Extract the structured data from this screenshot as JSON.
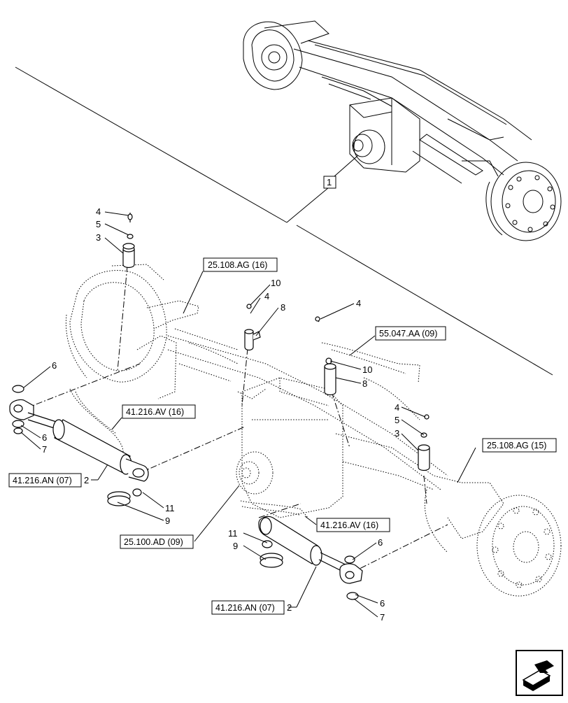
{
  "diagram": {
    "ref_boxes": [
      {
        "id": "ref-25-108-ag-16",
        "text": "25.108.AG (16)"
      },
      {
        "id": "ref-55-047-aa-09",
        "text": "55.047.AA (09)"
      },
      {
        "id": "ref-41-216-av-16-left",
        "text": "41.216.AV (16)"
      },
      {
        "id": "ref-41-216-an-07-left",
        "text": "41.216.AN (07)"
      },
      {
        "id": "ref-25-108-ag-15",
        "text": "25.108.AG (15)"
      },
      {
        "id": "ref-41-216-av-16-right",
        "text": "41.216.AV (16)"
      },
      {
        "id": "ref-25-100-ad-09",
        "text": "25.100.AD (09)"
      },
      {
        "id": "ref-41-216-an-07-right",
        "text": "41.216.AN (07)"
      }
    ],
    "callouts": {
      "item_1": "1",
      "top_left_4": "4",
      "top_left_5": "5",
      "top_left_3": "3",
      "center_10": "10",
      "center_4": "4",
      "center_8": "8",
      "right_4_top": "4",
      "right_10": "10",
      "right_8": "8",
      "left_6a": "6",
      "left_6b": "6",
      "left_7": "7",
      "left_2": "2",
      "left_11": "11",
      "left_9": "9",
      "mid_4": "4",
      "mid_5": "5",
      "mid_3": "3",
      "bottom_11": "11",
      "bottom_9": "9",
      "bottom_6a": "6",
      "bottom_2": "2",
      "bottom_6b": "6",
      "bottom_7": "7"
    },
    "nav_icon": "next-page-arrow-icon"
  }
}
